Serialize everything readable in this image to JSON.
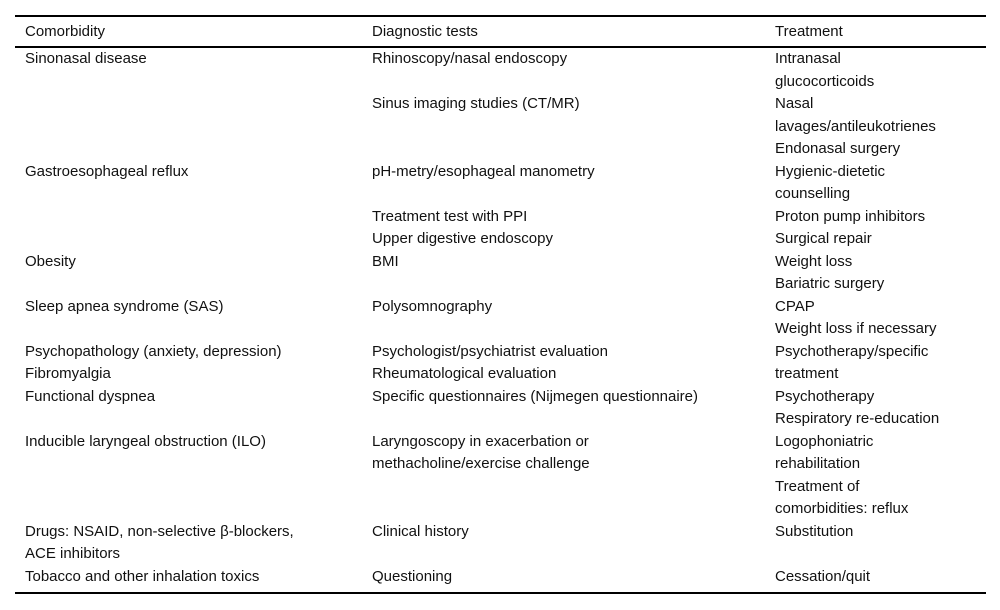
{
  "table": {
    "headers": [
      "Comorbidity",
      "Diagnostic tests",
      "Treatment"
    ],
    "rows": [
      {
        "c1": "Sinonasal disease",
        "c2": "Rhinoscopy/nasal endoscopy",
        "c3": "Intranasal"
      },
      {
        "c1": "",
        "c2": "",
        "c3": "glucocorticoids"
      },
      {
        "c1": "",
        "c2": "Sinus imaging studies (CT/MR)",
        "c3": "Nasal"
      },
      {
        "c1": "",
        "c2": "",
        "c3": "lavages/antileukotrienes"
      },
      {
        "c1": "",
        "c2": "",
        "c3": "Endonasal surgery"
      },
      {
        "c1": "Gastroesophageal reflux",
        "c2": "pH-metry/esophageal manometry",
        "c3": "Hygienic-dietetic"
      },
      {
        "c1": "",
        "c2": "",
        "c3": "counselling"
      },
      {
        "c1": "",
        "c2": "Treatment test with PPI",
        "c3": "Proton pump inhibitors"
      },
      {
        "c1": "",
        "c2": "Upper digestive endoscopy",
        "c3": "Surgical repair"
      },
      {
        "c1": "Obesity",
        "c2": "BMI",
        "c3": "Weight loss"
      },
      {
        "c1": "",
        "c2": "",
        "c3": "Bariatric surgery"
      },
      {
        "c1": "Sleep apnea syndrome (SAS)",
        "c2": "Polysomnography",
        "c3": "CPAP"
      },
      {
        "c1": "",
        "c2": "",
        "c3": "Weight loss if necessary"
      },
      {
        "c1": "Psychopathology (anxiety, depression)",
        "c2": "Psychologist/psychiatrist evaluation",
        "c3": "Psychotherapy/specific"
      },
      {
        "c1": "Fibromyalgia",
        "c2": "Rheumatological evaluation",
        "c3": "treatment"
      },
      {
        "c1": "Functional dyspnea",
        "c2": "Specific questionnaires (Nijmegen questionnaire)",
        "c3": "Psychotherapy"
      },
      {
        "c1": "",
        "c2": "",
        "c3": "Respiratory re-education"
      },
      {
        "c1": "Inducible laryngeal obstruction (ILO)",
        "c2": "Laryngoscopy in exacerbation or",
        "c3": "Logophoniatric"
      },
      {
        "c1": "",
        "c2": "methacholine/exercise challenge",
        "c3": "rehabilitation"
      },
      {
        "c1": "",
        "c2": "",
        "c3": "Treatment of"
      },
      {
        "c1": "",
        "c2": "",
        "c3": "comorbidities: reflux"
      },
      {
        "c1": "Drugs: NSAID, non-selective β-blockers,",
        "c2": "Clinical history",
        "c3": "Substitution"
      },
      {
        "c1": "ACE inhibitors",
        "c2": "",
        "c3": ""
      },
      {
        "c1": "Tobacco and other inhalation toxics",
        "c2": "Questioning",
        "c3": "Cessation/quit"
      }
    ]
  },
  "colors": {
    "text": "#111111",
    "rule": "#000000",
    "background": "#ffffff"
  }
}
